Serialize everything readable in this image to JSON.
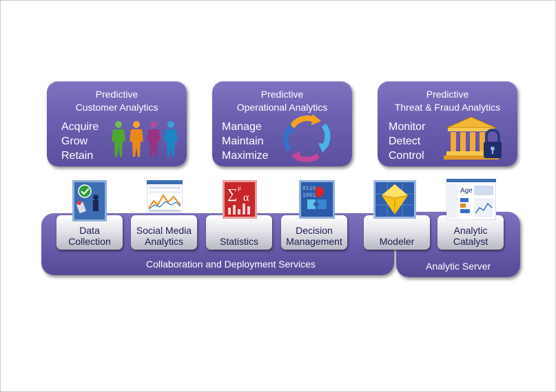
{
  "boxes": [
    {
      "title1": "Predictive",
      "title2": "Customer Analytics",
      "items": [
        "Acquire",
        "Grow",
        "Retain"
      ],
      "icon": "people-icon"
    },
    {
      "title1": "Predictive",
      "title2": "Operational Analytics",
      "items": [
        "Manage",
        "Maintain",
        "Maximize"
      ],
      "icon": "cycle-arrows-icon"
    },
    {
      "title1": "Predictive",
      "title2": "Threat & Fraud Analytics",
      "items": [
        "Monitor",
        "Detect",
        "Control"
      ],
      "icon": "bank-lock-icon"
    }
  ],
  "tiles": [
    {
      "line1": "Data",
      "line2": "Collection",
      "icon": "data-collection-icon"
    },
    {
      "line1": "Social Media",
      "line2": "Analytics",
      "icon": "social-media-analytics-icon"
    },
    {
      "line1": "",
      "line2": "Statistics",
      "icon": "statistics-icon"
    },
    {
      "line1": "Decision",
      "line2": "Management",
      "icon": "decision-management-icon"
    },
    {
      "line1": "",
      "line2": "Modeler",
      "icon": "modeler-icon"
    },
    {
      "line1": "Analytic",
      "line2": "Catalyst",
      "icon": "analytic-catalyst-icon"
    }
  ],
  "bands": {
    "collaboration": "Collaboration and Deployment Services",
    "server": "Analytic Server"
  },
  "catalyst_thumb_text": "Age",
  "colors": {
    "box_purple": "#6b5fb0",
    "tile_text": "#1a1a50"
  }
}
